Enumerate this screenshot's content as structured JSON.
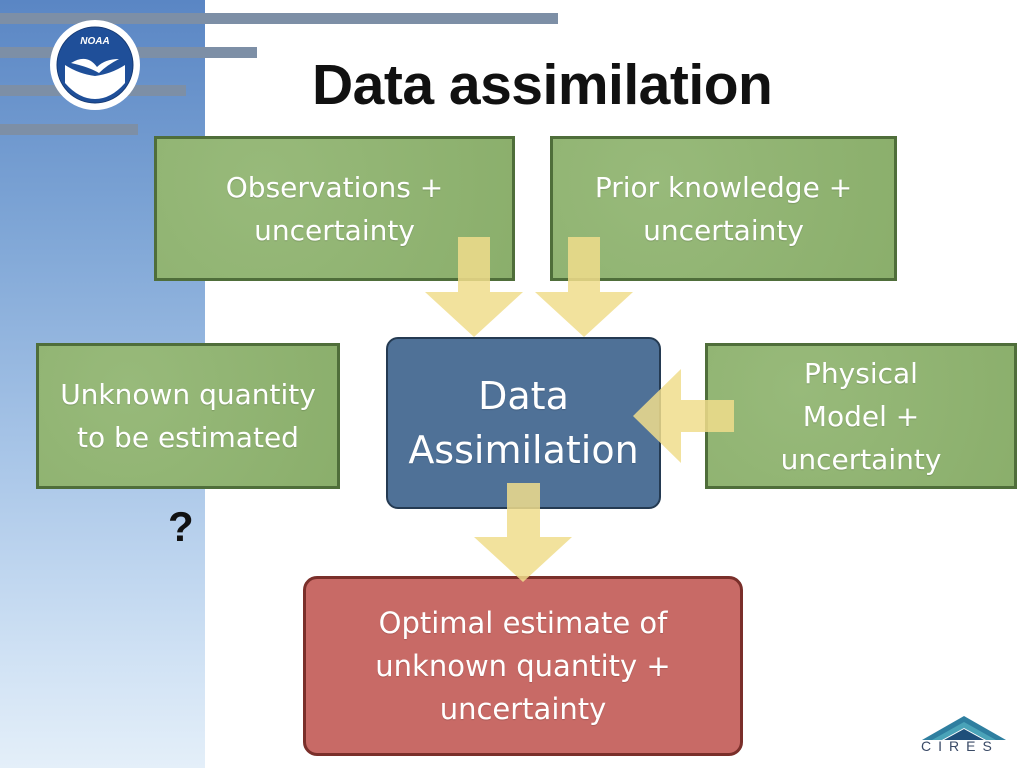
{
  "title": "Data assimilation",
  "nodes": {
    "observations": [
      "Observations +",
      "uncertainty"
    ],
    "prior": [
      "Prior knowledge +",
      "uncertainty"
    ],
    "unknown": [
      "Unknown quantity",
      "to be estimated"
    ],
    "center": [
      "Data",
      "Assimilation"
    ],
    "physical": [
      "Physical",
      "Model +",
      "uncertainty"
    ],
    "optimal": [
      "Optimal estimate of",
      "unknown quantity +",
      "uncertainty"
    ]
  },
  "question_mark": "?",
  "logos": {
    "noaa": "NOAA",
    "cires": "CIRES"
  },
  "colors": {
    "green_box": "#8fb46f",
    "blue_box": "#4f7197",
    "red_box": "#c86a66",
    "arrow": "#f0dd8c"
  }
}
